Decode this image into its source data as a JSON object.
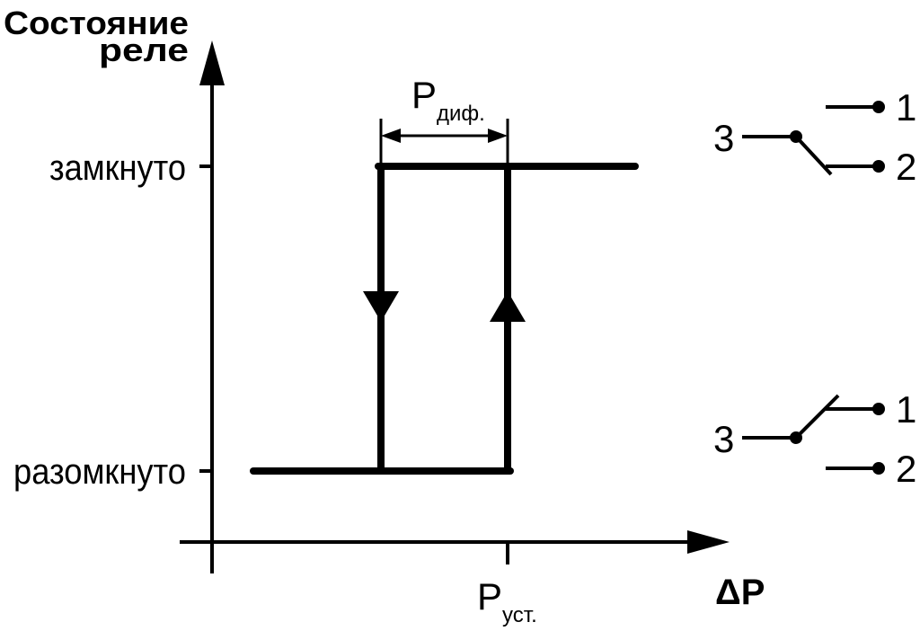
{
  "axis": {
    "y_title_line1": "Состояние",
    "y_title_line2": "реле",
    "x_title": "ΔP",
    "state_closed": "замкнуто",
    "state_open": "разомкнуто"
  },
  "markers": {
    "p_diff_main": "P",
    "p_diff_sub": "диф.",
    "p_set_main": "P",
    "p_set_sub": "уст."
  },
  "switch_closed": {
    "common": "3",
    "contact_1": "1",
    "contact_2": "2"
  },
  "switch_open": {
    "common": "3",
    "contact_1": "1",
    "contact_2": "2"
  }
}
